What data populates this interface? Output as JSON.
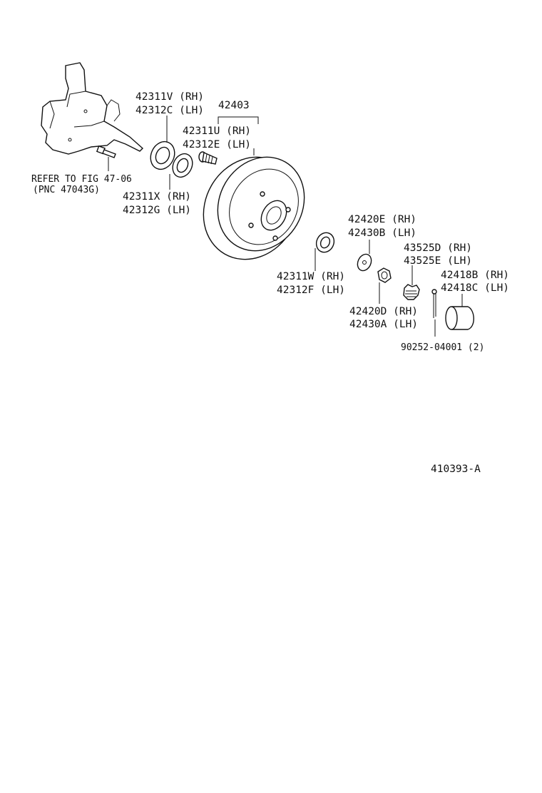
{
  "labels": {
    "p_42311v": "42311V (RH)",
    "p_42312c": "42312C (LH)",
    "p_42403": "42403",
    "p_42311u": "42311U (RH)",
    "p_42312e": "42312E (LH)",
    "ref_1": "REFER TO FIG 47-06",
    "ref_2": "(PNC 47043G)",
    "p_42311x": "42311X (RH)",
    "p_42312g": "42312G (LH)",
    "p_42420e": "42420E (RH)",
    "p_42430b": "42430B (LH)",
    "p_43525d": "43525D (RH)",
    "p_43525e": "43525E (LH)",
    "p_42418b": "42418B  (RH)",
    "p_42418c": "42418C (LH)",
    "p_42311w": "42311W (RH)",
    "p_42312f": "42312F (LH)",
    "p_42420d": "42420D (RH)",
    "p_42430a": "42430A (LH)",
    "p_90252": "90252-04001 (2)",
    "figure_code": "410393-A"
  }
}
